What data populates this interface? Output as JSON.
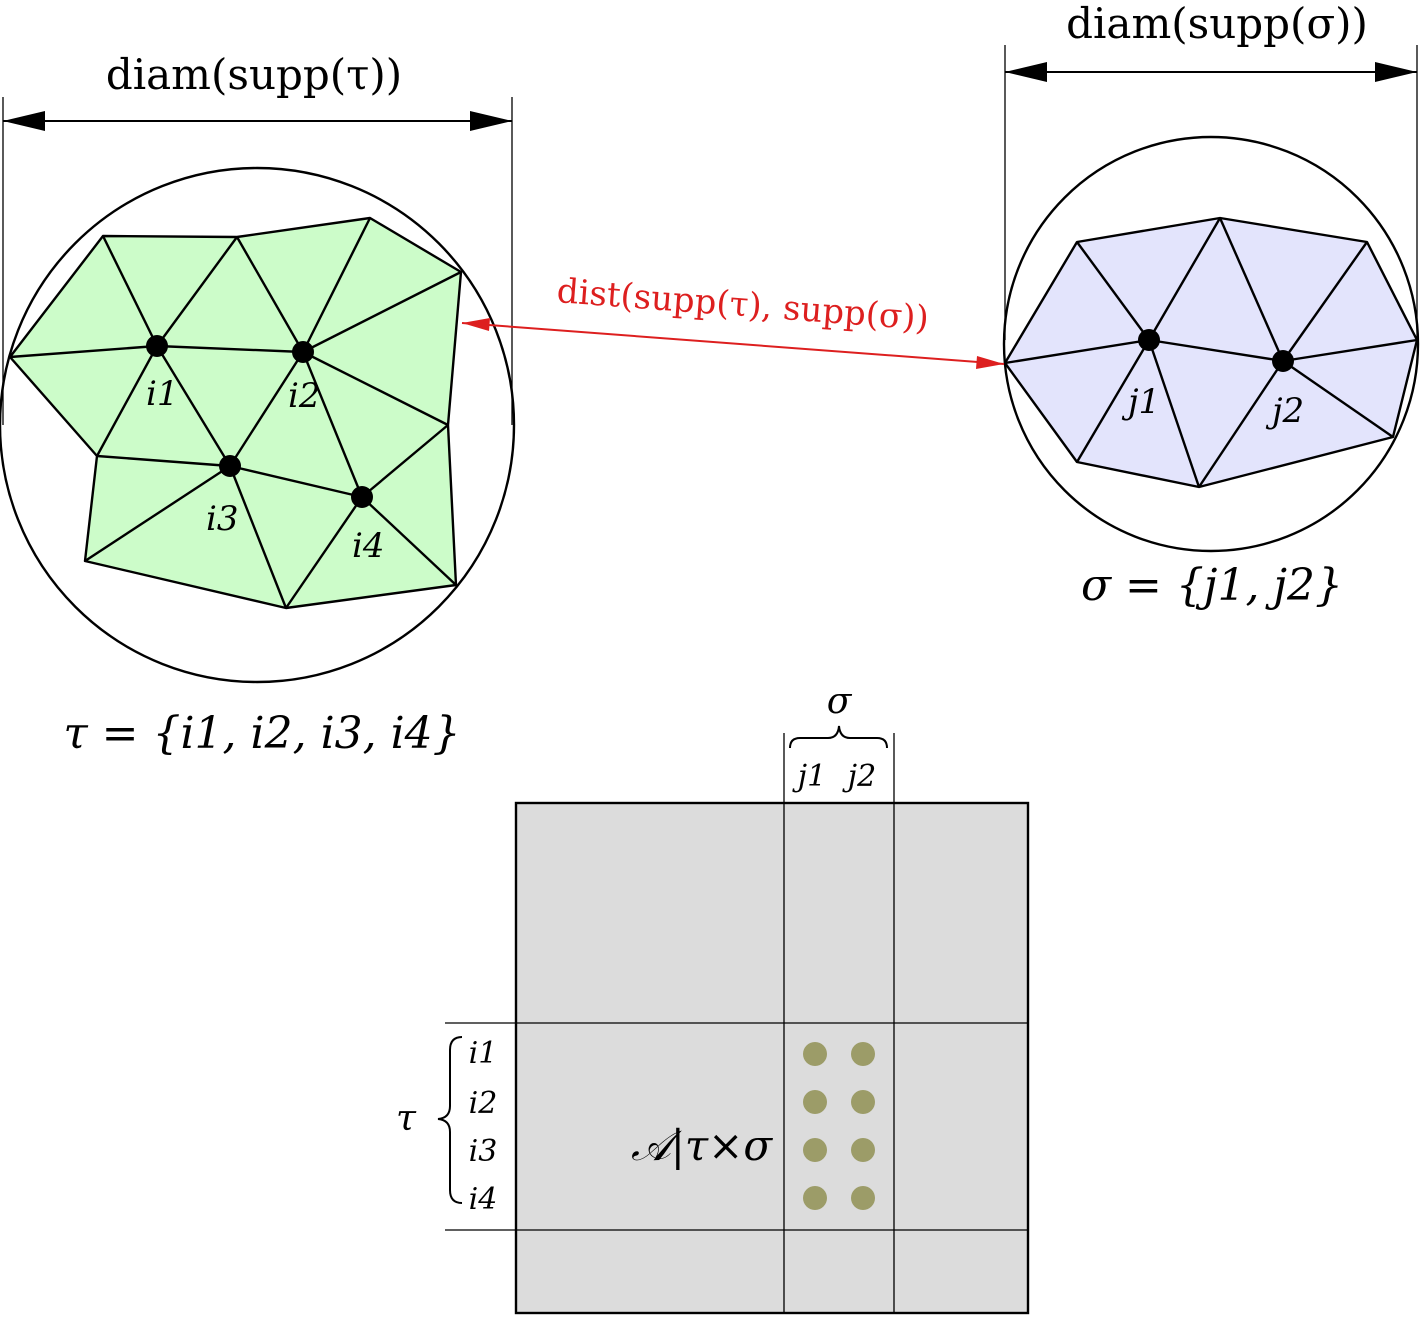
{
  "tau_mesh": {
    "dim_label": "diam(supp(τ))",
    "set_label": "τ = {i1, i2, i3, i4}",
    "fill_color": "#ccfcc9",
    "nodes": [
      "i1",
      "i2",
      "i3",
      "i4"
    ]
  },
  "sigma_mesh": {
    "dim_label": "diam(supp(σ))",
    "set_label": "σ = {j1, j2}",
    "fill_color": "#e3e4fc",
    "nodes": [
      "j1",
      "j2"
    ]
  },
  "distance": {
    "label": "dist(supp(τ), supp(σ))",
    "color": "#dd1f1f"
  },
  "matrix": {
    "fill_color": "#dcdcdc",
    "dot_color": "#9c9c68",
    "col_brace_label": "σ",
    "columns": [
      "j1",
      "j2"
    ],
    "row_brace_label": "τ",
    "rows": [
      "i1",
      "i2",
      "i3",
      "i4"
    ],
    "block_label": "𝒜|τ×σ"
  }
}
